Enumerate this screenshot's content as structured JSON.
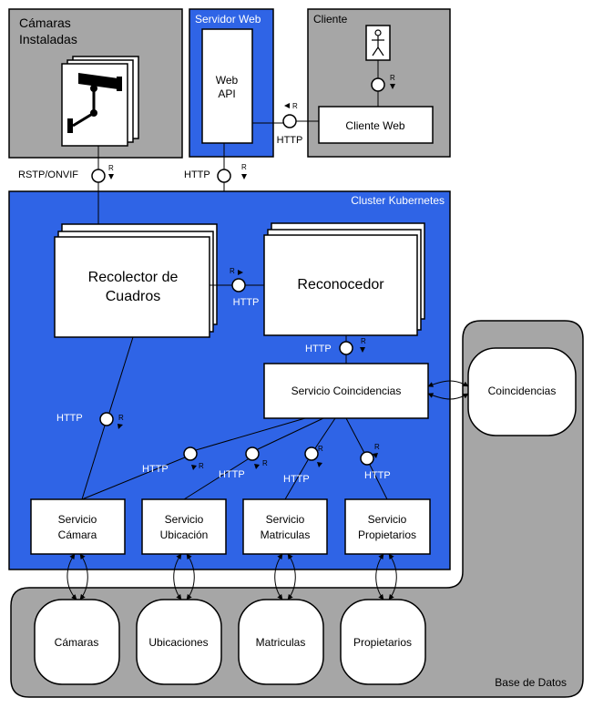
{
  "zones": {
    "cameras_installed": "Cámaras Instaladas",
    "web_server": "Servidor Web",
    "client": "Cliente",
    "cluster": "Cluster Kubernetes",
    "database": "Base de Datos"
  },
  "components": {
    "web_api_line1": "Web",
    "web_api_line2": "API",
    "web_client": "Cliente Web",
    "frame_collector_line1": "Recolector de",
    "frame_collector_line2": "Cuadros",
    "recognizer": "Reconocedor",
    "match_service": "Servicio Coincidencias",
    "camera_service": [
      "Servicio",
      "Cámara"
    ],
    "location_service": [
      "Servicio",
      "Ubicación"
    ],
    "plates_service": [
      "Servicio",
      "Matriculas"
    ],
    "owners_service": [
      "Servicio",
      "Propietarios"
    ]
  },
  "databases": {
    "matches": "Coincidencias",
    "cameras": "Cámaras",
    "locations": "Ubicaciones",
    "plates": "Matriculas",
    "owners": "Propietarios"
  },
  "protocols": {
    "rtsp": "RSTP/ONVIF",
    "http": "HTTP",
    "request_marker": "R"
  },
  "colors": {
    "zone_gray": "#a6a6a6",
    "cluster_blue": "#2f64e6",
    "white": "#ffffff",
    "black": "#000000"
  }
}
